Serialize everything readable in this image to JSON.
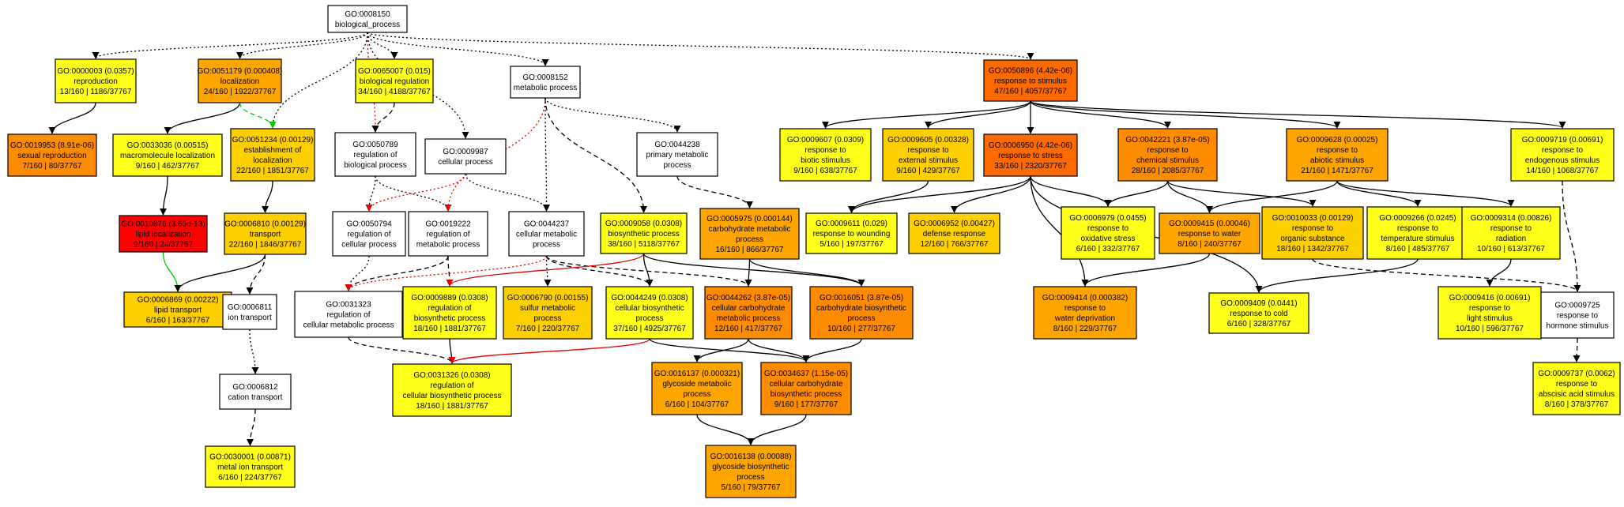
{
  "colors": {
    "white": "#ffffff",
    "yellow": "#ffff1a",
    "light_orange": "#ffd000",
    "mid_orange": "#ffa500",
    "orange": "#ff8c00",
    "dark_orange": "#ff6a00",
    "red": "#ff0000",
    "edge_black": "#000000",
    "edge_red": "#e00000",
    "edge_green": "#00cc00"
  },
  "nodes": [
    {
      "id": "n8150",
      "color": "white",
      "lines": [
        "GO:0008150",
        "biological_process"
      ]
    },
    {
      "id": "n3",
      "color": "yellow",
      "lines": [
        "GO:0000003 (0.0357)",
        "reproduction",
        "13/160 | 1186/37767"
      ]
    },
    {
      "id": "n51179",
      "color": "mid_orange",
      "lines": [
        "GO:0051179 (0.000408)",
        "localization",
        "24/160 | 1922/37767"
      ]
    },
    {
      "id": "n65007",
      "color": "yellow",
      "lines": [
        "GO:0065007 (0.015)",
        "biological regulation",
        "34/160 | 4188/37767"
      ]
    },
    {
      "id": "n8152",
      "color": "white",
      "lines": [
        "GO:0008152",
        "metabolic process"
      ]
    },
    {
      "id": "n50896",
      "color": "dark_orange",
      "lines": [
        "GO:0050896 (4.42e-06)",
        "response to stimulus",
        "47/160 | 4057/37767"
      ]
    },
    {
      "id": "n19953",
      "color": "orange",
      "lines": [
        "GO:0019953 (8.91e-06)",
        "sexual reproduction",
        "7/160 | 80/37767"
      ]
    },
    {
      "id": "n33036",
      "color": "yellow",
      "lines": [
        "GO:0033036 (0.00515)",
        "macromolecule localization",
        "9/160 | 462/37767"
      ]
    },
    {
      "id": "n51234",
      "color": "light_orange",
      "lines": [
        "GO:0051234 (0.00129)",
        "establishment of",
        "localization",
        "22/160 | 1851/37767"
      ]
    },
    {
      "id": "n50789",
      "color": "white",
      "lines": [
        "GO:0050789",
        "regulation of",
        "biological process"
      ]
    },
    {
      "id": "n9987",
      "color": "white",
      "lines": [
        "GO:0009987",
        "cellular process"
      ]
    },
    {
      "id": "n44238",
      "color": "white",
      "lines": [
        "GO:0044238",
        "primary metabolic",
        "process"
      ]
    },
    {
      "id": "n9607",
      "color": "yellow",
      "lines": [
        "GO:0009607 (0.0309)",
        "response to",
        "biotic stimulus",
        "9/160 | 638/37767"
      ]
    },
    {
      "id": "n9605",
      "color": "light_orange",
      "lines": [
        "GO:0009605 (0.00328)",
        "response to",
        "external stimulus",
        "9/160 | 429/37767"
      ]
    },
    {
      "id": "n6950",
      "color": "dark_orange",
      "lines": [
        "GO:0006950 (4.42e-06)",
        "response to stress",
        "33/160 | 2320/37767"
      ]
    },
    {
      "id": "n42221",
      "color": "orange",
      "lines": [
        "GO:0042221 (3.87e-05)",
        "response to",
        "chemical stimulus",
        "28/160 | 2085/37767"
      ]
    },
    {
      "id": "n9628",
      "color": "mid_orange",
      "lines": [
        "GO:0009628 (0.00025)",
        "response to",
        "abiotic stimulus",
        "21/160 | 1471/37767"
      ]
    },
    {
      "id": "n9719",
      "color": "yellow",
      "lines": [
        "GO:0009719 (0.00691)",
        "response to",
        "endogenous stimulus",
        "14/160 | 1068/37767"
      ]
    },
    {
      "id": "n10876",
      "color": "red",
      "lines": [
        "GO:0010876 (3.65e-13)",
        "lipid localization",
        "9/160 | 24/37767"
      ]
    },
    {
      "id": "n6810",
      "color": "light_orange",
      "lines": [
        "GO:0006810 (0.00129)",
        "transport",
        "22/160 | 1846/37767"
      ]
    },
    {
      "id": "n50794",
      "color": "white",
      "lines": [
        "GO:0050794",
        "regulation of",
        "cellular process"
      ]
    },
    {
      "id": "n19222",
      "color": "white",
      "lines": [
        "GO:0019222",
        "regulation of",
        "metabolic process"
      ]
    },
    {
      "id": "n44237",
      "color": "white",
      "lines": [
        "GO:0044237",
        "cellular metabolic",
        "process"
      ]
    },
    {
      "id": "n9058",
      "color": "yellow",
      "lines": [
        "GO:0009058 (0.0308)",
        "biosynthetic process",
        "38/160 | 5118/37767"
      ]
    },
    {
      "id": "n5975",
      "color": "mid_orange",
      "lines": [
        "GO:0005975 (0.000144)",
        "carbohydrate metabolic",
        "process",
        "16/160 | 866/37767"
      ]
    },
    {
      "id": "n9611",
      "color": "yellow",
      "lines": [
        "GO:0009611 (0.029)",
        "response to wounding",
        "5/160 | 197/37767"
      ]
    },
    {
      "id": "n6952",
      "color": "light_orange",
      "lines": [
        "GO:0006952 (0.00427)",
        "defense response",
        "12/160 | 766/37767"
      ]
    },
    {
      "id": "n6979",
      "color": "yellow",
      "lines": [
        "GO:0006979 (0.0455)",
        "response to",
        "oxidative stress",
        "6/160 | 332/37767"
      ]
    },
    {
      "id": "n9415",
      "color": "mid_orange",
      "lines": [
        "GO:0009415 (0.00046)",
        "response to water",
        "8/160 | 240/37767"
      ]
    },
    {
      "id": "n10033",
      "color": "light_orange",
      "lines": [
        "GO:0010033 (0.00129)",
        "response to",
        "organic substance",
        "18/160 | 1342/37767"
      ]
    },
    {
      "id": "n9266",
      "color": "yellow",
      "lines": [
        "GO:0009266 (0.0245)",
        "response to",
        "temperature stimulus",
        "8/160 | 485/37767"
      ]
    },
    {
      "id": "n9314",
      "color": "yellow",
      "lines": [
        "GO:0009314 (0.00826)",
        "response to",
        "radiation",
        "10/160 | 613/37767"
      ]
    },
    {
      "id": "n6869",
      "color": "light_orange",
      "lines": [
        "GO:0006869 (0.00222)",
        "lipid transport",
        "6/160 | 163/37767"
      ]
    },
    {
      "id": "n6811",
      "color": "white",
      "lines": [
        "GO:0006811",
        "ion transport"
      ]
    },
    {
      "id": "n31323",
      "color": "white",
      "lines": [
        "GO:0031323",
        "regulation of",
        "cellular metabolic process"
      ]
    },
    {
      "id": "n9889",
      "color": "yellow",
      "lines": [
        "GO:0009889 (0.0308)",
        "regulation of",
        "biosynthetic process",
        "18/160 | 1881/37767"
      ]
    },
    {
      "id": "n6790",
      "color": "light_orange",
      "lines": [
        "GO:0006790 (0.00155)",
        "sulfur metabolic",
        "process",
        "7/160 | 220/37767"
      ]
    },
    {
      "id": "n44249",
      "color": "yellow",
      "lines": [
        "GO:0044249 (0.0308)",
        "cellular biosynthetic",
        "process",
        "37/160 | 4925/37767"
      ]
    },
    {
      "id": "n44262",
      "color": "orange",
      "lines": [
        "GO:0044262 (3.87e-05)",
        "cellular carbohydrate",
        "metabolic process",
        "12/160 | 417/37767"
      ]
    },
    {
      "id": "n16051",
      "color": "orange",
      "lines": [
        "GO:0016051 (3.87e-05)",
        "carbohydrate biosynthetic",
        "process",
        "10/160 | 277/37767"
      ]
    },
    {
      "id": "n9414",
      "color": "mid_orange",
      "lines": [
        "GO:0009414 (0.000382)",
        "response to",
        "water deprivation",
        "8/160 | 229/37767"
      ]
    },
    {
      "id": "n9409",
      "color": "yellow",
      "lines": [
        "GO:0009409 (0.0441)",
        "response to cold",
        "6/160 | 328/37767"
      ]
    },
    {
      "id": "n9416",
      "color": "yellow",
      "lines": [
        "GO:0009416 (0.00691)",
        "response to",
        "light stimulus",
        "10/160 | 596/37767"
      ]
    },
    {
      "id": "n9725",
      "color": "white",
      "lines": [
        "GO:0009725",
        "response to",
        "hormone stimulus"
      ]
    },
    {
      "id": "n6812",
      "color": "white",
      "lines": [
        "GO:0006812",
        "cation transport"
      ]
    },
    {
      "id": "n31326",
      "color": "yellow",
      "lines": [
        "GO:0031326 (0.0308)",
        "regulation of",
        "cellular biosynthetic process",
        "18/160 | 1881/37767"
      ]
    },
    {
      "id": "n16137",
      "color": "mid_orange",
      "lines": [
        "GO:0016137 (0.000321)",
        "glycoside metabolic",
        "process",
        "6/160 | 104/37767"
      ]
    },
    {
      "id": "n34637",
      "color": "orange",
      "lines": [
        "GO:0034637 (1.15e-05)",
        "cellular carbohydrate",
        "biosynthetic process",
        "9/160 | 177/37767"
      ]
    },
    {
      "id": "n9737",
      "color": "yellow",
      "lines": [
        "GO:0009737 (0.0062)",
        "response to",
        "abscisic acid stimulus",
        "8/160 | 378/37767"
      ]
    },
    {
      "id": "n30001",
      "color": "yellow",
      "lines": [
        "GO:0030001 (0.00871)",
        "metal ion transport",
        "6/160 | 224/37767"
      ]
    },
    {
      "id": "n16138",
      "color": "mid_orange",
      "lines": [
        "GO:0016138 (0.00088)",
        "glycoside biosynthetic",
        "process",
        "5/160 | 79/37767"
      ]
    }
  ],
  "edges": [
    {
      "from": "n8150",
      "to": "n3",
      "style": "dotted",
      "color": "edge_black"
    },
    {
      "from": "n8150",
      "to": "n51179",
      "style": "dotted",
      "color": "edge_black"
    },
    {
      "from": "n8150",
      "to": "n65007",
      "style": "dotted",
      "color": "edge_black"
    },
    {
      "from": "n8150",
      "to": "n8152",
      "style": "dotted",
      "color": "edge_black"
    },
    {
      "from": "n8150",
      "to": "n50896",
      "style": "dotted",
      "color": "edge_black"
    },
    {
      "from": "n8150",
      "to": "n51234",
      "style": "dotted",
      "color": "edge_black"
    },
    {
      "from": "n8150",
      "to": "n50789",
      "style": "dotted",
      "color": "edge_red"
    },
    {
      "from": "n8150",
      "to": "n9987",
      "style": "dotted",
      "color": "edge_black"
    },
    {
      "from": "n3",
      "to": "n19953",
      "style": "solid",
      "color": "edge_black"
    },
    {
      "from": "n51179",
      "to": "n33036",
      "style": "solid",
      "color": "edge_black"
    },
    {
      "from": "n51179",
      "to": "n51234",
      "style": "dashed",
      "color": "edge_green"
    },
    {
      "from": "n65007",
      "to": "n50789",
      "style": "dashed",
      "color": "edge_black"
    },
    {
      "from": "n33036",
      "to": "n10876",
      "style": "solid",
      "color": "edge_black"
    },
    {
      "from": "n51234",
      "to": "n6810",
      "style": "solid",
      "color": "edge_black"
    },
    {
      "from": "n10876",
      "to": "n6869",
      "style": "solid",
      "color": "edge_green"
    },
    {
      "from": "n6810",
      "to": "n6869",
      "style": "solid",
      "color": "edge_black"
    },
    {
      "from": "n6810",
      "to": "n6811",
      "style": "dashed",
      "color": "edge_black"
    },
    {
      "from": "n6811",
      "to": "n6812",
      "style": "dotted",
      "color": "edge_black"
    },
    {
      "from": "n6812",
      "to": "n30001",
      "style": "dashed",
      "color": "edge_black"
    },
    {
      "from": "n50789",
      "to": "n50794",
      "style": "dotted",
      "color": "edge_black"
    },
    {
      "from": "n50789",
      "to": "n19222",
      "style": "dotted",
      "color": "edge_black"
    },
    {
      "from": "n9987",
      "to": "n50794",
      "style": "dotted",
      "color": "edge_red"
    },
    {
      "from": "n9987",
      "to": "n44237",
      "style": "dotted",
      "color": "edge_black"
    },
    {
      "from": "n8152",
      "to": "n19222",
      "style": "dotted",
      "color": "edge_red"
    },
    {
      "from": "n8152",
      "to": "n44237",
      "style": "dotted",
      "color": "edge_black"
    },
    {
      "from": "n8152",
      "to": "n9058",
      "style": "dashed",
      "color": "edge_black"
    },
    {
      "from": "n8152",
      "to": "n44238",
      "style": "dotted",
      "color": "edge_black"
    },
    {
      "from": "n44238",
      "to": "n5975",
      "style": "dashed",
      "color": "edge_black"
    },
    {
      "from": "n50794",
      "to": "n31323",
      "style": "dotted",
      "color": "edge_black"
    },
    {
      "from": "n19222",
      "to": "n31323",
      "style": "dashed",
      "color": "edge_black"
    },
    {
      "from": "n19222",
      "to": "n9889",
      "style": "dashed",
      "color": "edge_black"
    },
    {
      "from": "n44237",
      "to": "n31323",
      "style": "dotted",
      "color": "edge_red"
    },
    {
      "from": "n44237",
      "to": "n6790",
      "style": "dotted",
      "color": "edge_black"
    },
    {
      "from": "n44237",
      "to": "n44249",
      "style": "dashed",
      "color": "edge_black"
    },
    {
      "from": "n44237",
      "to": "n44262",
      "style": "dashed",
      "color": "edge_black"
    },
    {
      "from": "n9058",
      "to": "n9889",
      "style": "solid",
      "color": "edge_red"
    },
    {
      "from": "n9058",
      "to": "n44249",
      "style": "solid",
      "color": "edge_black"
    },
    {
      "from": "n9058",
      "to": "n16051",
      "style": "solid",
      "color": "edge_black"
    },
    {
      "from": "n5975",
      "to": "n44262",
      "style": "solid",
      "color": "edge_black"
    },
    {
      "from": "n5975",
      "to": "n16051",
      "style": "solid",
      "color": "edge_black"
    },
    {
      "from": "n31323",
      "to": "n31326",
      "style": "dashed",
      "color": "edge_black"
    },
    {
      "from": "n9889",
      "to": "n31326",
      "style": "solid",
      "color": "edge_black"
    },
    {
      "from": "n44249",
      "to": "n31326",
      "style": "solid",
      "color": "edge_red"
    },
    {
      "from": "n44249",
      "to": "n34637",
      "style": "solid",
      "color": "edge_black"
    },
    {
      "from": "n44262",
      "to": "n16137",
      "style": "solid",
      "color": "edge_black"
    },
    {
      "from": "n44262",
      "to": "n34637",
      "style": "solid",
      "color": "edge_black"
    },
    {
      "from": "n16051",
      "to": "n34637",
      "style": "solid",
      "color": "edge_black"
    },
    {
      "from": "n16137",
      "to": "n16138",
      "style": "solid",
      "color": "edge_black"
    },
    {
      "from": "n34637",
      "to": "n16138",
      "style": "solid",
      "color": "edge_black"
    },
    {
      "from": "n50896",
      "to": "n9607",
      "style": "solid",
      "color": "edge_black"
    },
    {
      "from": "n50896",
      "to": "n9605",
      "style": "solid",
      "color": "edge_black"
    },
    {
      "from": "n50896",
      "to": "n6950",
      "style": "solid",
      "color": "edge_black"
    },
    {
      "from": "n50896",
      "to": "n42221",
      "style": "solid",
      "color": "edge_black"
    },
    {
      "from": "n50896",
      "to": "n9628",
      "style": "solid",
      "color": "edge_black"
    },
    {
      "from": "n50896",
      "to": "n9719",
      "style": "solid",
      "color": "edge_black"
    },
    {
      "from": "n9605",
      "to": "n9611",
      "style": "solid",
      "color": "edge_black"
    },
    {
      "from": "n6950",
      "to": "n9611",
      "style": "solid",
      "color": "edge_black"
    },
    {
      "from": "n6950",
      "to": "n6952",
      "style": "solid",
      "color": "edge_black"
    },
    {
      "from": "n6950",
      "to": "n6979",
      "style": "solid",
      "color": "edge_black"
    },
    {
      "from": "n6950",
      "to": "n9414",
      "style": "solid",
      "color": "edge_black"
    },
    {
      "from": "n6950",
      "to": "n9409",
      "style": "solid",
      "color": "edge_black"
    },
    {
      "from": "n42221",
      "to": "n6979",
      "style": "solid",
      "color": "edge_black"
    },
    {
      "from": "n42221",
      "to": "n9415",
      "style": "solid",
      "color": "edge_black"
    },
    {
      "from": "n42221",
      "to": "n10033",
      "style": "solid",
      "color": "edge_black"
    },
    {
      "from": "n9628",
      "to": "n9415",
      "style": "solid",
      "color": "edge_black"
    },
    {
      "from": "n9628",
      "to": "n9266",
      "style": "solid",
      "color": "edge_black"
    },
    {
      "from": "n9628",
      "to": "n9314",
      "style": "solid",
      "color": "edge_black"
    },
    {
      "from": "n9415",
      "to": "n9414",
      "style": "solid",
      "color": "edge_black"
    },
    {
      "from": "n9266",
      "to": "n9409",
      "style": "solid",
      "color": "edge_black"
    },
    {
      "from": "n9314",
      "to": "n9416",
      "style": "solid",
      "color": "edge_black"
    },
    {
      "from": "n10033",
      "to": "n9725",
      "style": "dashed",
      "color": "edge_black"
    },
    {
      "from": "n9719",
      "to": "n9725",
      "style": "dashed",
      "color": "edge_black"
    },
    {
      "from": "n9725",
      "to": "n9737",
      "style": "dashed",
      "color": "edge_black"
    }
  ]
}
